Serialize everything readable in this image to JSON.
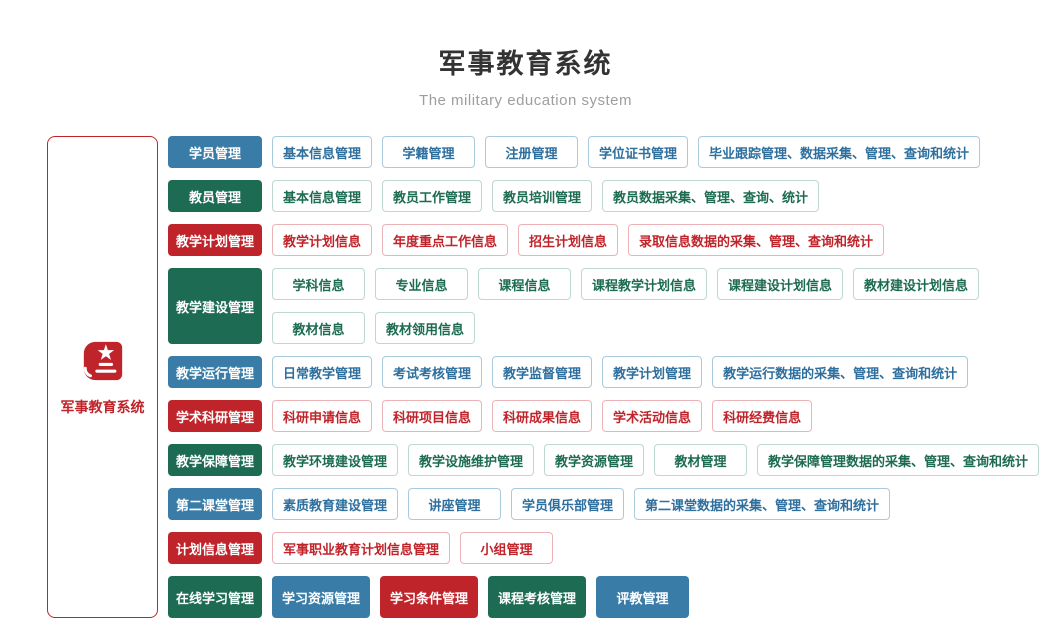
{
  "page": {
    "title": "军事教育系统",
    "subtitle": "The military education system"
  },
  "sidebar": {
    "label": "军事教育系统",
    "icon": "book-star-icon"
  },
  "palette": {
    "blue": "#3a7ca8",
    "green": "#1d6b52",
    "red": "#c0242b",
    "blue_item_text": "#2e6f9e",
    "blue_item_border": "#aacade",
    "green_item_text": "#1d6b52",
    "green_item_border": "#bcd8cf",
    "red_item_text": "#c0242b",
    "red_item_border": "#eab3b6",
    "title_color": "#333333",
    "subtitle_color": "#9e9e9e"
  },
  "rows": [
    {
      "category": "学员管理",
      "color": "blue",
      "lines": [
        [
          {
            "label": "基本信息管理"
          },
          {
            "label": "学籍管理"
          },
          {
            "label": "注册管理"
          },
          {
            "label": "学位证书管理"
          },
          {
            "label": "毕业跟踪管理、数据采集、管理、查询和统计"
          }
        ]
      ]
    },
    {
      "category": "教员管理",
      "color": "green",
      "lines": [
        [
          {
            "label": "基本信息管理"
          },
          {
            "label": "教员工作管理"
          },
          {
            "label": "教员培训管理"
          },
          {
            "label": "教员数据采集、管理、查询、统计"
          }
        ]
      ]
    },
    {
      "category": "教学计划管理",
      "color": "red",
      "lines": [
        [
          {
            "label": "教学计划信息"
          },
          {
            "label": "年度重点工作信息"
          },
          {
            "label": "招生计划信息"
          },
          {
            "label": "录取信息数据的采集、管理、查询和统计"
          }
        ]
      ]
    },
    {
      "category": "教学建设管理",
      "color": "green",
      "lines": [
        [
          {
            "label": "学科信息"
          },
          {
            "label": "专业信息"
          },
          {
            "label": "课程信息"
          },
          {
            "label": "课程教学计划信息"
          },
          {
            "label": "课程建设计划信息"
          },
          {
            "label": "教材建设计划信息"
          }
        ],
        [
          {
            "label": "教材信息"
          },
          {
            "label": "教材领用信息"
          }
        ]
      ]
    },
    {
      "category": "教学运行管理",
      "color": "blue",
      "lines": [
        [
          {
            "label": "日常教学管理"
          },
          {
            "label": "考试考核管理"
          },
          {
            "label": "教学监督管理"
          },
          {
            "label": "教学计划管理"
          },
          {
            "label": "教学运行数据的采集、管理、查询和统计"
          }
        ]
      ]
    },
    {
      "category": "学术科研管理",
      "color": "red",
      "lines": [
        [
          {
            "label": "科研申请信息"
          },
          {
            "label": "科研项目信息"
          },
          {
            "label": "科研成果信息"
          },
          {
            "label": "学术活动信息"
          },
          {
            "label": "科研经费信息"
          }
        ]
      ]
    },
    {
      "category": "教学保障管理",
      "color": "green",
      "lines": [
        [
          {
            "label": "教学环境建设管理"
          },
          {
            "label": "教学设施维护管理"
          },
          {
            "label": "教学资源管理"
          },
          {
            "label": "教材管理"
          },
          {
            "label": "教学保障管理数据的采集、管理、查询和统计"
          }
        ]
      ]
    },
    {
      "category": "第二课堂管理",
      "color": "blue",
      "lines": [
        [
          {
            "label": "素质教育建设管理"
          },
          {
            "label": "讲座管理"
          },
          {
            "label": "学员俱乐部管理"
          },
          {
            "label": "第二课堂数据的采集、管理、查询和统计"
          }
        ]
      ]
    },
    {
      "category": "计划信息管理",
      "color": "red",
      "lines": [
        [
          {
            "label": "军事职业教育计划信息管理"
          },
          {
            "label": "小组管理"
          }
        ]
      ]
    },
    {
      "category": "在线学习管理",
      "color": "green",
      "lines": [
        [
          {
            "label": "学习资源管理",
            "fill": "blue"
          },
          {
            "label": "学习条件管理",
            "fill": "red"
          },
          {
            "label": "课程考核管理",
            "fill": "green"
          },
          {
            "label": "评教管理",
            "fill": "blue"
          }
        ]
      ]
    }
  ]
}
